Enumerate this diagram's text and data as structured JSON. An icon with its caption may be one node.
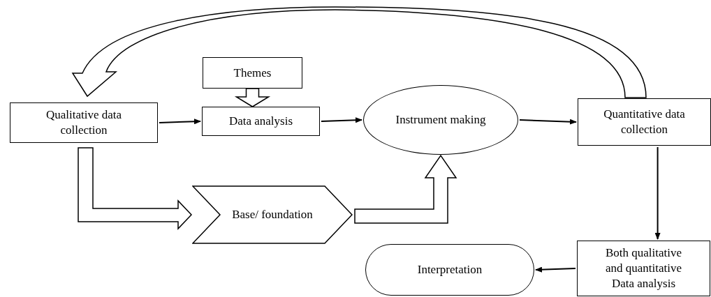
{
  "diagram": {
    "nodes": [
      {
        "text": [
          "Qualitative data collection"
        ]
      },
      {
        "text": [
          "Themes"
        ]
      },
      {
        "text": [
          "Data analysis"
        ]
      },
      {
        "text": [
          "Instrument making"
        ]
      },
      {
        "text": [
          "Quantitative data collection"
        ]
      },
      {
        "text": [
          "Base/ foundation"
        ]
      },
      {
        "text": [
          "Both qualitative and quantitative Data analysis"
        ]
      },
      {
        "text": [
          "Interpretation"
        ]
      }
    ],
    "edges": [
      {
        "from": 0,
        "to": 2,
        "arrow": "to"
      },
      {
        "from": 2,
        "to": 3,
        "arrow": "to"
      },
      {
        "from": 3,
        "to": 4,
        "arrow": "to"
      },
      {
        "from": 4,
        "to": 6,
        "arrow": "to"
      },
      {
        "from": 6,
        "to": 7,
        "arrow": "to"
      },
      {
        "from": 1,
        "to": 2,
        "arrow": "to",
        "style": "thick"
      },
      {
        "from": 4,
        "to": 0,
        "arrow": "to",
        "style": "thick"
      },
      {
        "from": 0,
        "to": 5,
        "arrow": "to",
        "style": "thick"
      },
      {
        "from": 5,
        "to": 3,
        "arrow": "to",
        "style": "thick"
      }
    ]
  }
}
